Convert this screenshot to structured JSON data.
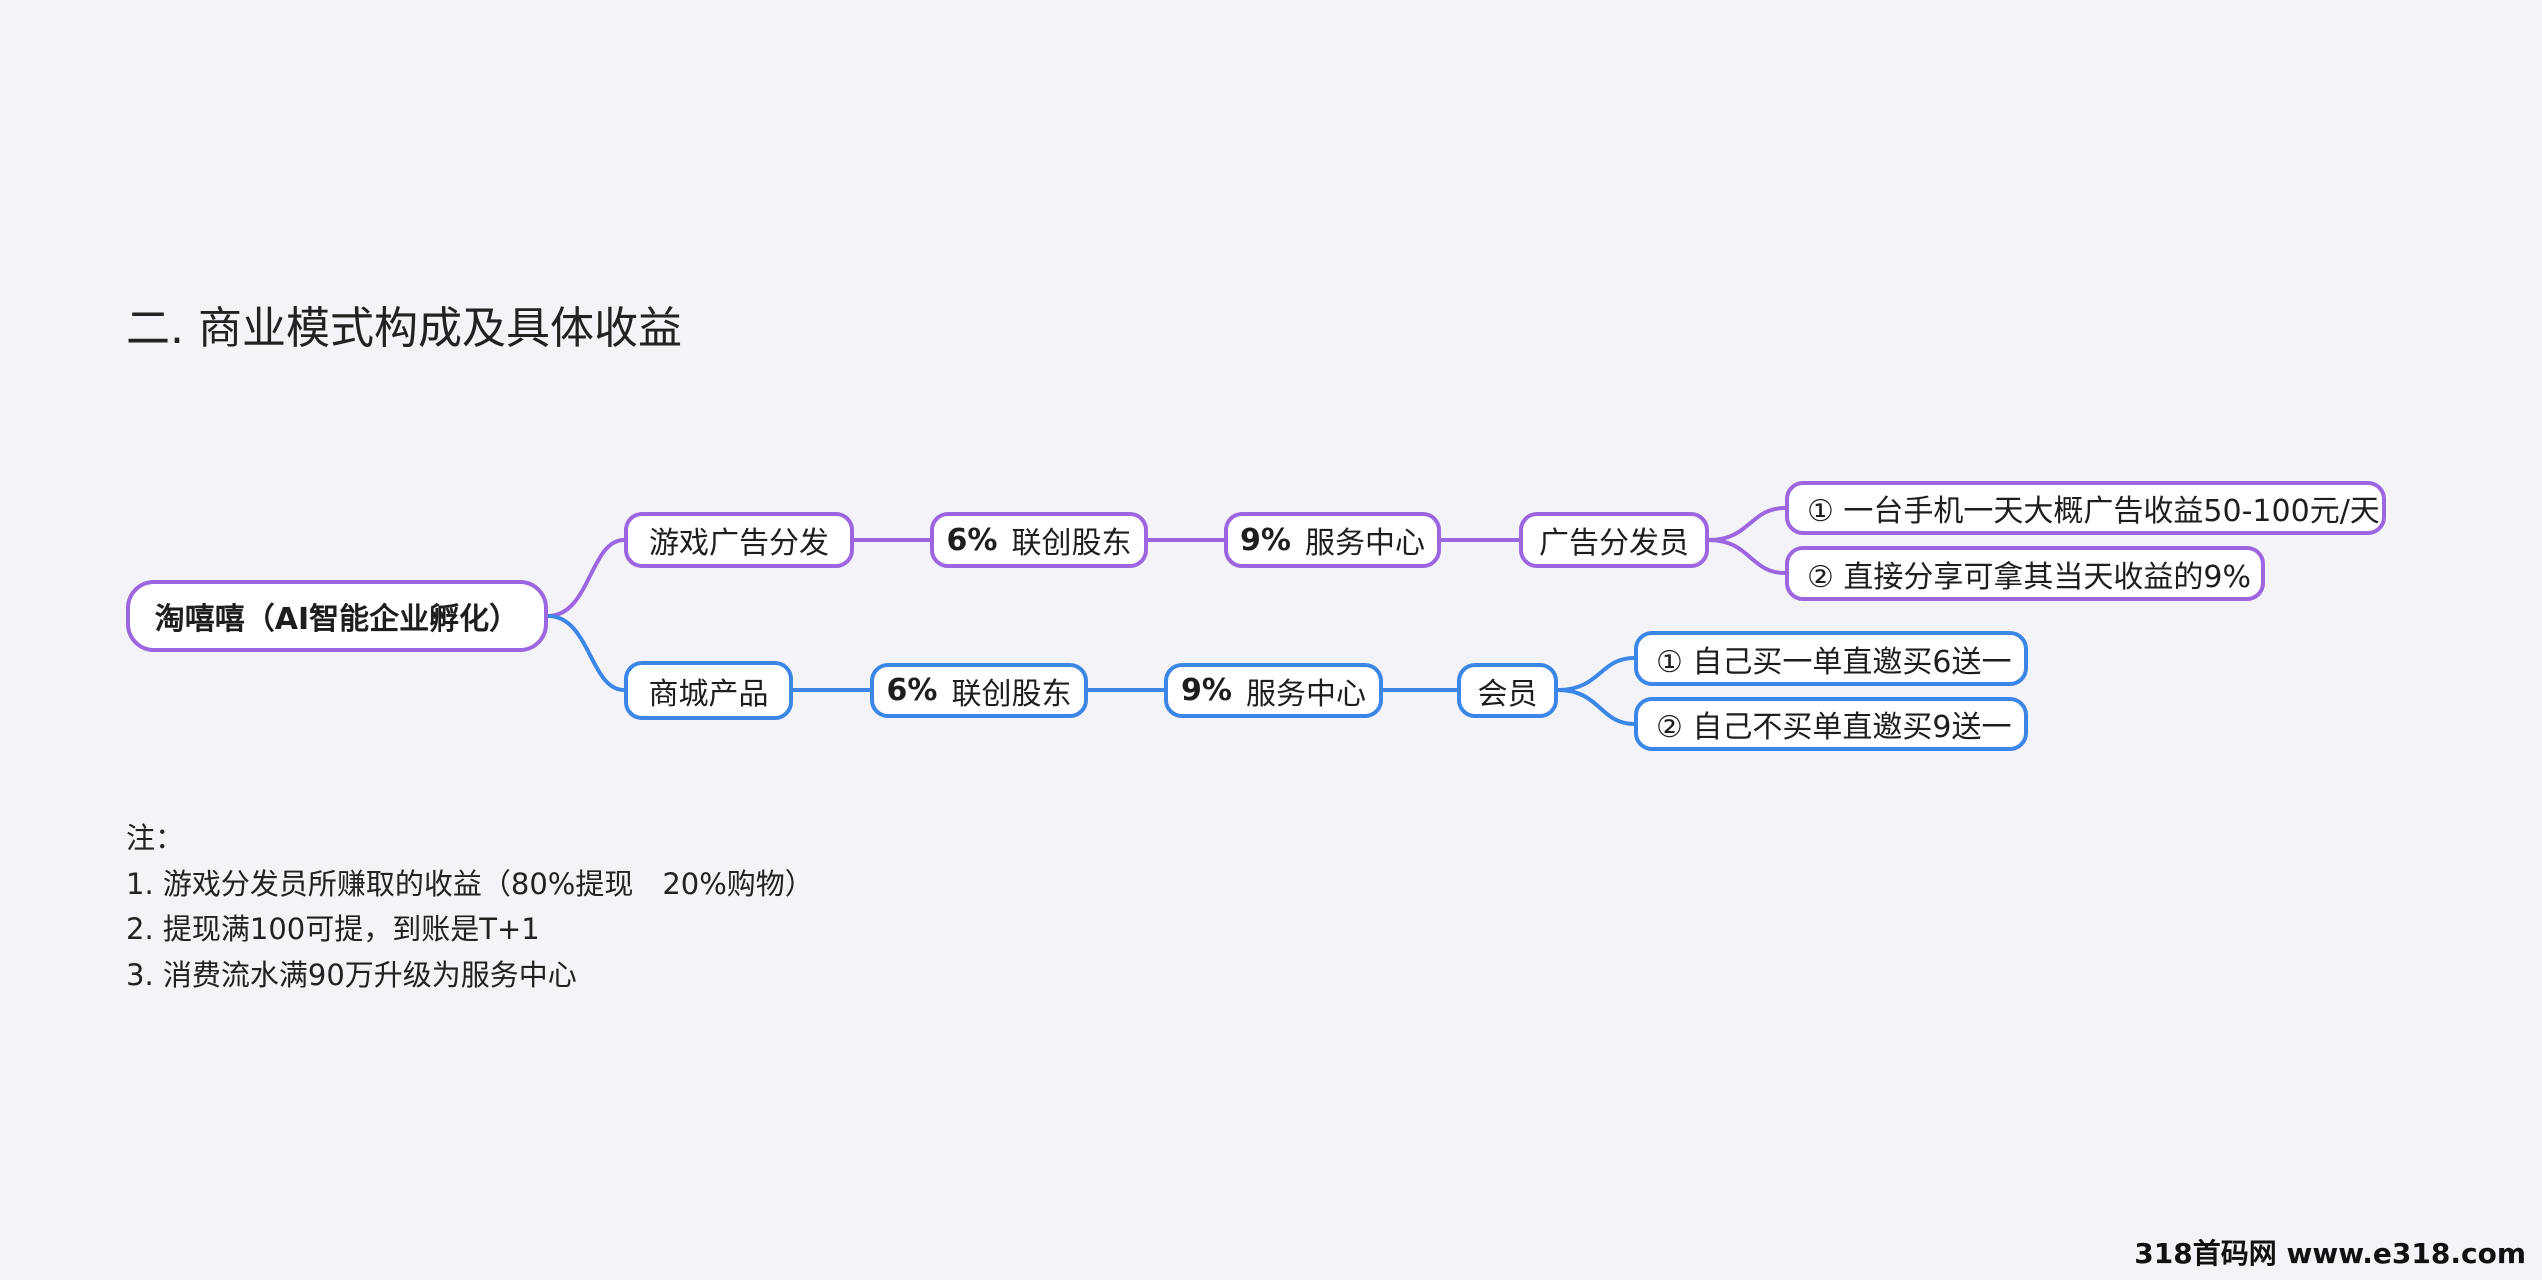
{
  "title": "二. 商业模式构成及具体收益",
  "root": "淘嘻嘻（AI智能企业孵化）",
  "branches": [
    {
      "label": "游戏广告分发",
      "color": "#9b66e0",
      "shareholder": {
        "pct": "6%",
        "label": "联创股东"
      },
      "center": {
        "pct": "9%",
        "label": "服务中心"
      },
      "role": "广告分发员",
      "leaves": [
        "① 一台手机一天大概广告收益50-100元/天",
        "② 直接分享可拿其当天收益的9%"
      ]
    },
    {
      "label": "商城产品",
      "color": "#3b86e6",
      "shareholder": {
        "pct": "6%",
        "label": "联创股东"
      },
      "center": {
        "pct": "9%",
        "label": "服务中心"
      },
      "role": "会员",
      "leaves": [
        "① 自己买一单直邀买6送一",
        "② 自己不买单直邀买9送一"
      ]
    }
  ],
  "notes": [
    "注：",
    "1. 游戏分发员所赚取的收益（80%提现　20%购物）",
    "2. 提现满100可提，到账是T+1",
    "3. 消费流水满90万升级为服务中心"
  ],
  "watermark": "318首码网 www.e318.com"
}
